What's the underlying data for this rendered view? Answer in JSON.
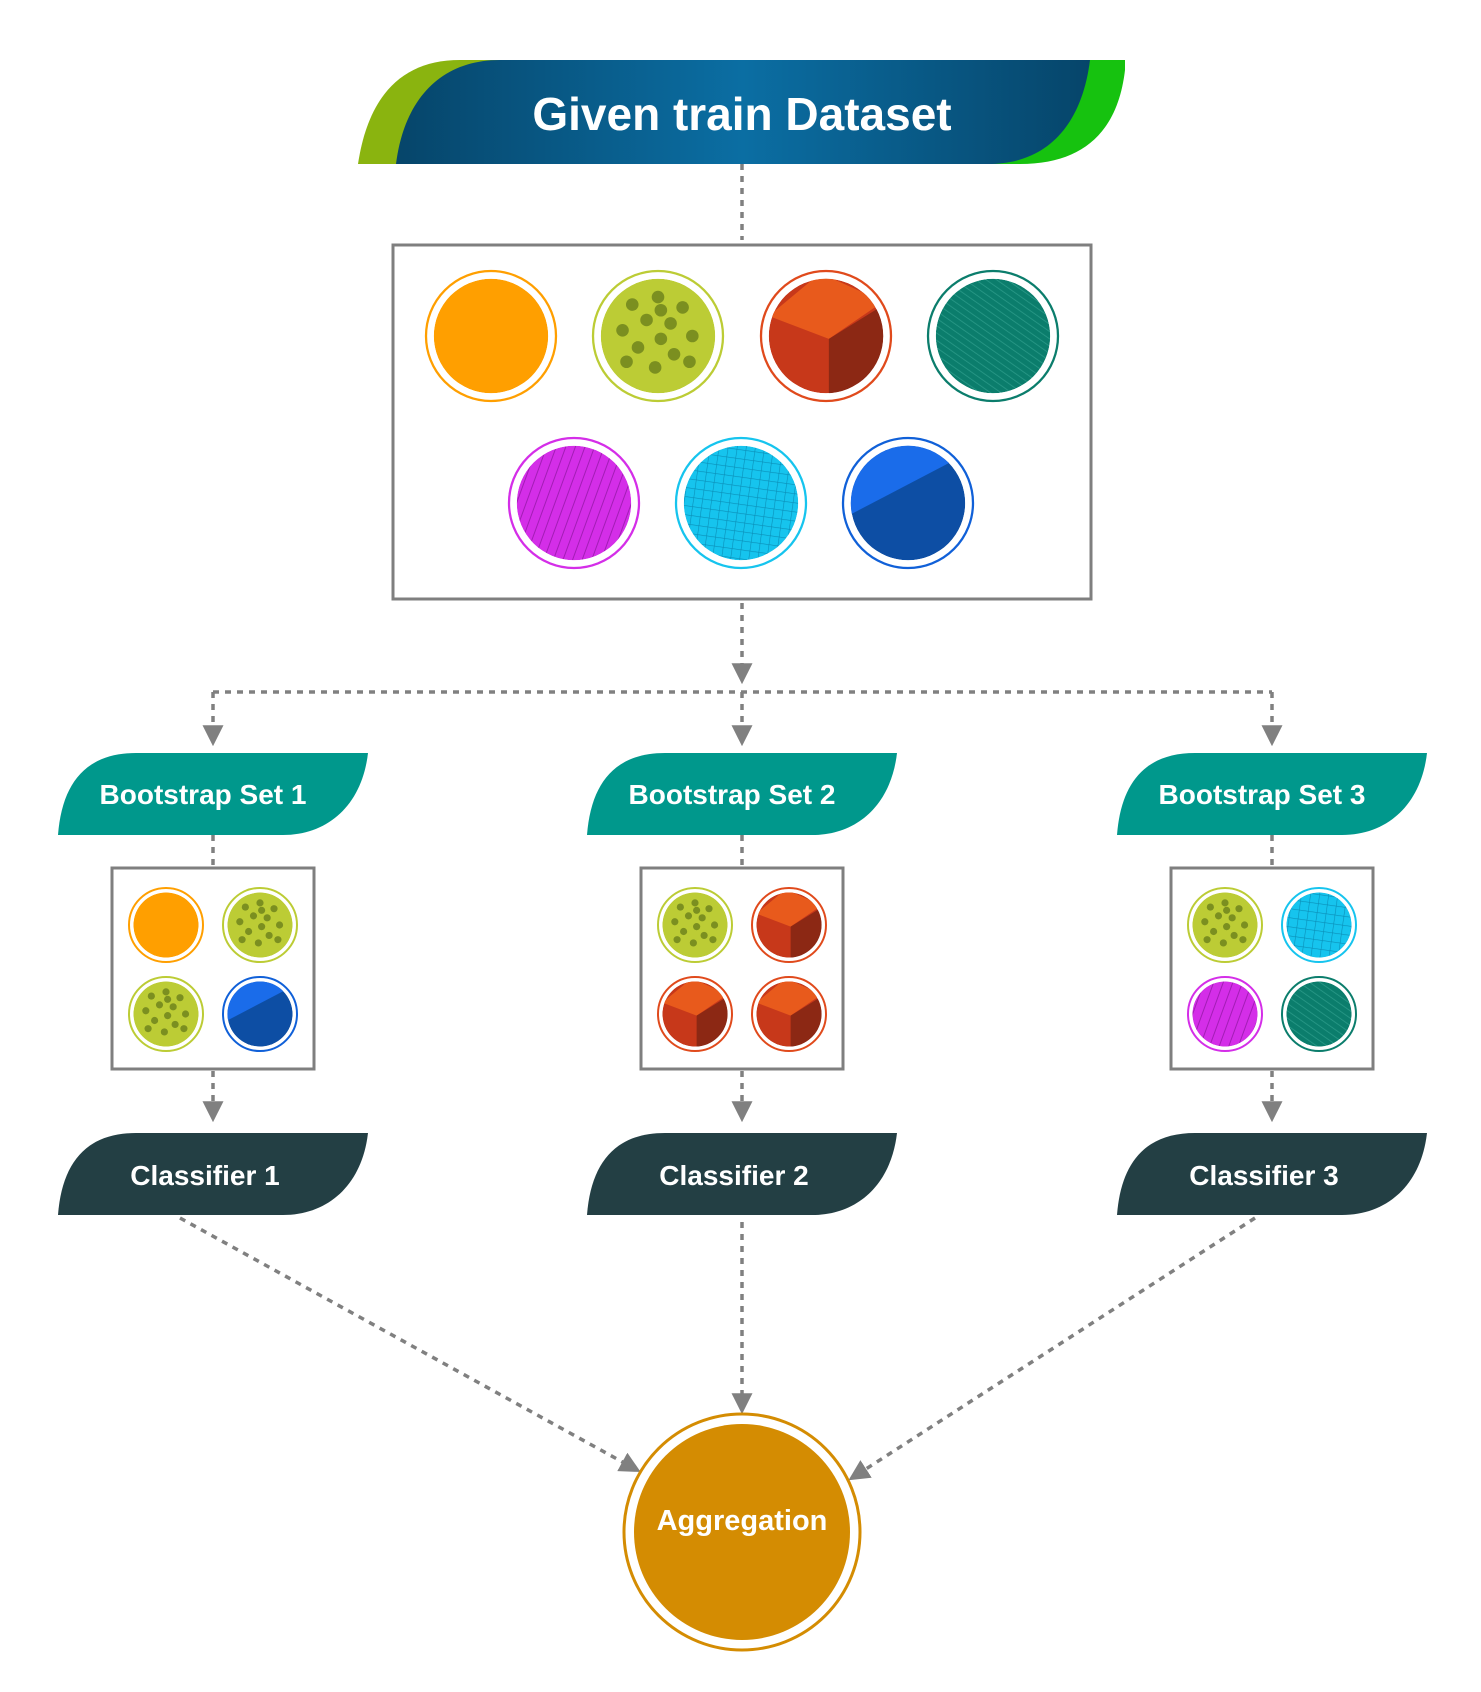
{
  "title": "Given train Dataset",
  "dataset_items": [
    "orange",
    "lime-dots",
    "red-cube",
    "teal-hatch",
    "magenta-hatch",
    "cyan-grid",
    "blue-split"
  ],
  "bootstrap_sets": [
    {
      "label": "Bootstrap Set 1",
      "classifier": "Classifier 1",
      "items": [
        "orange",
        "lime-dots",
        "lime-dots",
        "blue-split"
      ]
    },
    {
      "label": "Bootstrap Set 2",
      "classifier": "Classifier 2",
      "items": [
        "lime-dots",
        "red-cube",
        "red-cube",
        "red-cube"
      ]
    },
    {
      "label": "Bootstrap Set 3",
      "classifier": "Classifier 3",
      "items": [
        "lime-dots",
        "cyan-grid",
        "magenta-hatch",
        "teal-hatch"
      ]
    }
  ],
  "aggregation_label": "Aggregation",
  "colors": {
    "title_bg": "#07507a",
    "title_accent_left": "#8ab40f",
    "title_accent_right": "#16c20f",
    "bootstrap_bg": "#00988c",
    "classifier_bg": "#233f44",
    "aggregation_fill": "#d48c02",
    "connector": "#808080",
    "box_border": "#7f7f7f"
  },
  "item_styles": {
    "orange": {
      "fill": "#ff9f00",
      "ring": "#ff9f00"
    },
    "lime-dots": {
      "fill": "#bccc35",
      "ring": "#bccc35",
      "accent": "#7b8f20"
    },
    "red-cube": {
      "fill": "#c7381a",
      "ring": "#e04a1c",
      "accent": "#e85a1c",
      "dark": "#8c2814"
    },
    "teal-hatch": {
      "fill": "#0b7d6c",
      "ring": "#0b7d6c",
      "accent": "#2a9a88"
    },
    "magenta-hatch": {
      "fill": "#d42ee8",
      "ring": "#d42ee8",
      "accent": "#a21db5"
    },
    "cyan-grid": {
      "fill": "#16c4ee",
      "ring": "#16c4ee",
      "accent": "#0a8fb8"
    },
    "blue-split": {
      "fill": "#0d4ea4",
      "ring": "#1060d8",
      "accent": "#1a6cea"
    }
  }
}
